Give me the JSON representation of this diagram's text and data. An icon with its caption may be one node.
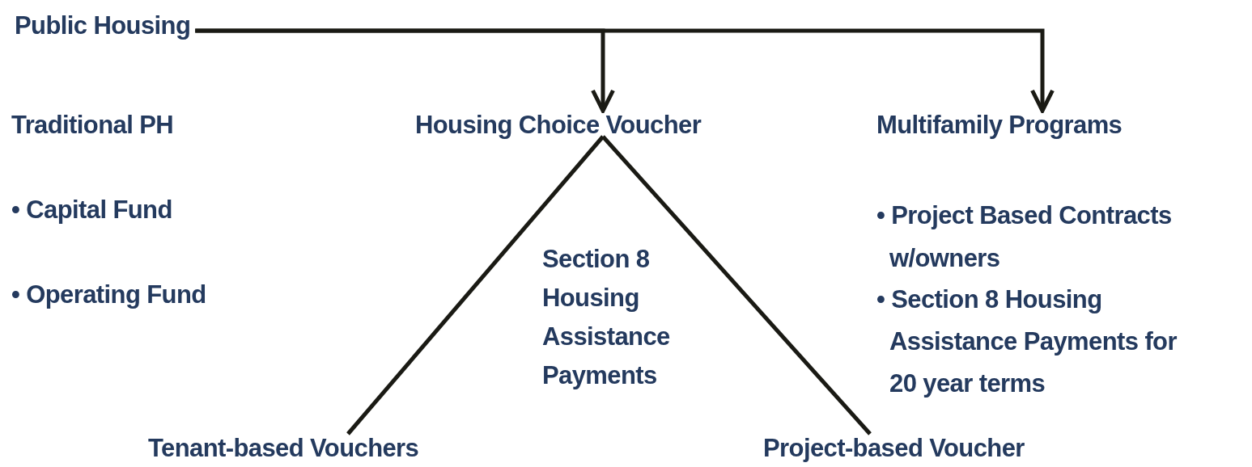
{
  "diagram": {
    "nodes": [
      {
        "text": [
          "Public Housing"
        ]
      },
      {
        "text": [
          "Housing Choice Voucher"
        ]
      },
      {
        "text": [
          "Multifamily Programs"
        ]
      },
      {
        "text": [
          "Tenant-based Vouchers"
        ]
      },
      {
        "text": [
          "Project-based Voucher"
        ]
      }
    ],
    "edges": [
      {
        "from": 0,
        "to": 1,
        "arrow": "to"
      },
      {
        "from": 0,
        "to": 2,
        "arrow": "to"
      },
      {
        "from": 1,
        "to": 3,
        "arrow": "none"
      },
      {
        "from": 1,
        "to": 4,
        "arrow": "none"
      }
    ],
    "labels": [
      "Traditional PH",
      "• Capital Fund",
      "• Operating Fund",
      "Section 8 Housing Assistance Payments",
      "• Project Based Contracts w/owners",
      "• Section 8 Housing Assistance Payments for 20 year terms"
    ]
  }
}
